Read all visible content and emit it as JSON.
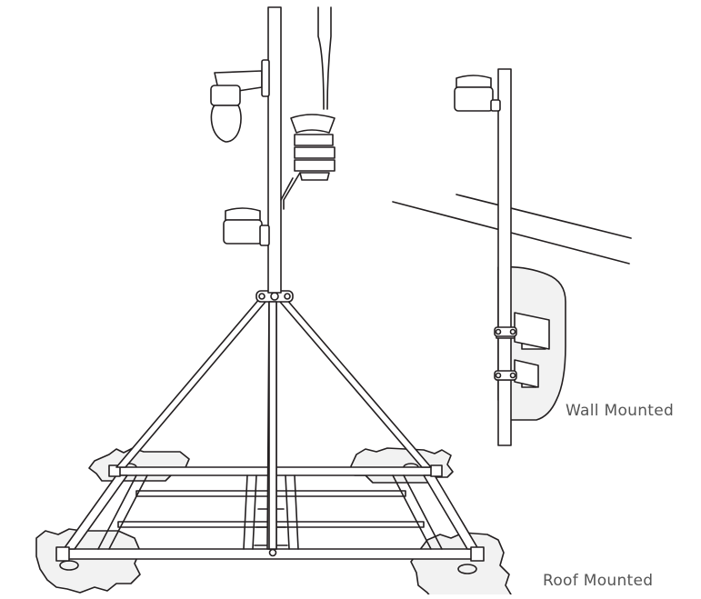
{
  "labels": {
    "wall": "Wall Mounted",
    "roof": "Roof Mounted"
  },
  "colors": {
    "line": "#231f20",
    "pad": "#f2f2f2",
    "text": "#555555",
    "background": "#ffffff"
  },
  "icons": [
    "weather-sensor-pole",
    "tripod-base",
    "wall-bracket",
    "light-bulb",
    "radiation-shield",
    "sensor-housing"
  ]
}
